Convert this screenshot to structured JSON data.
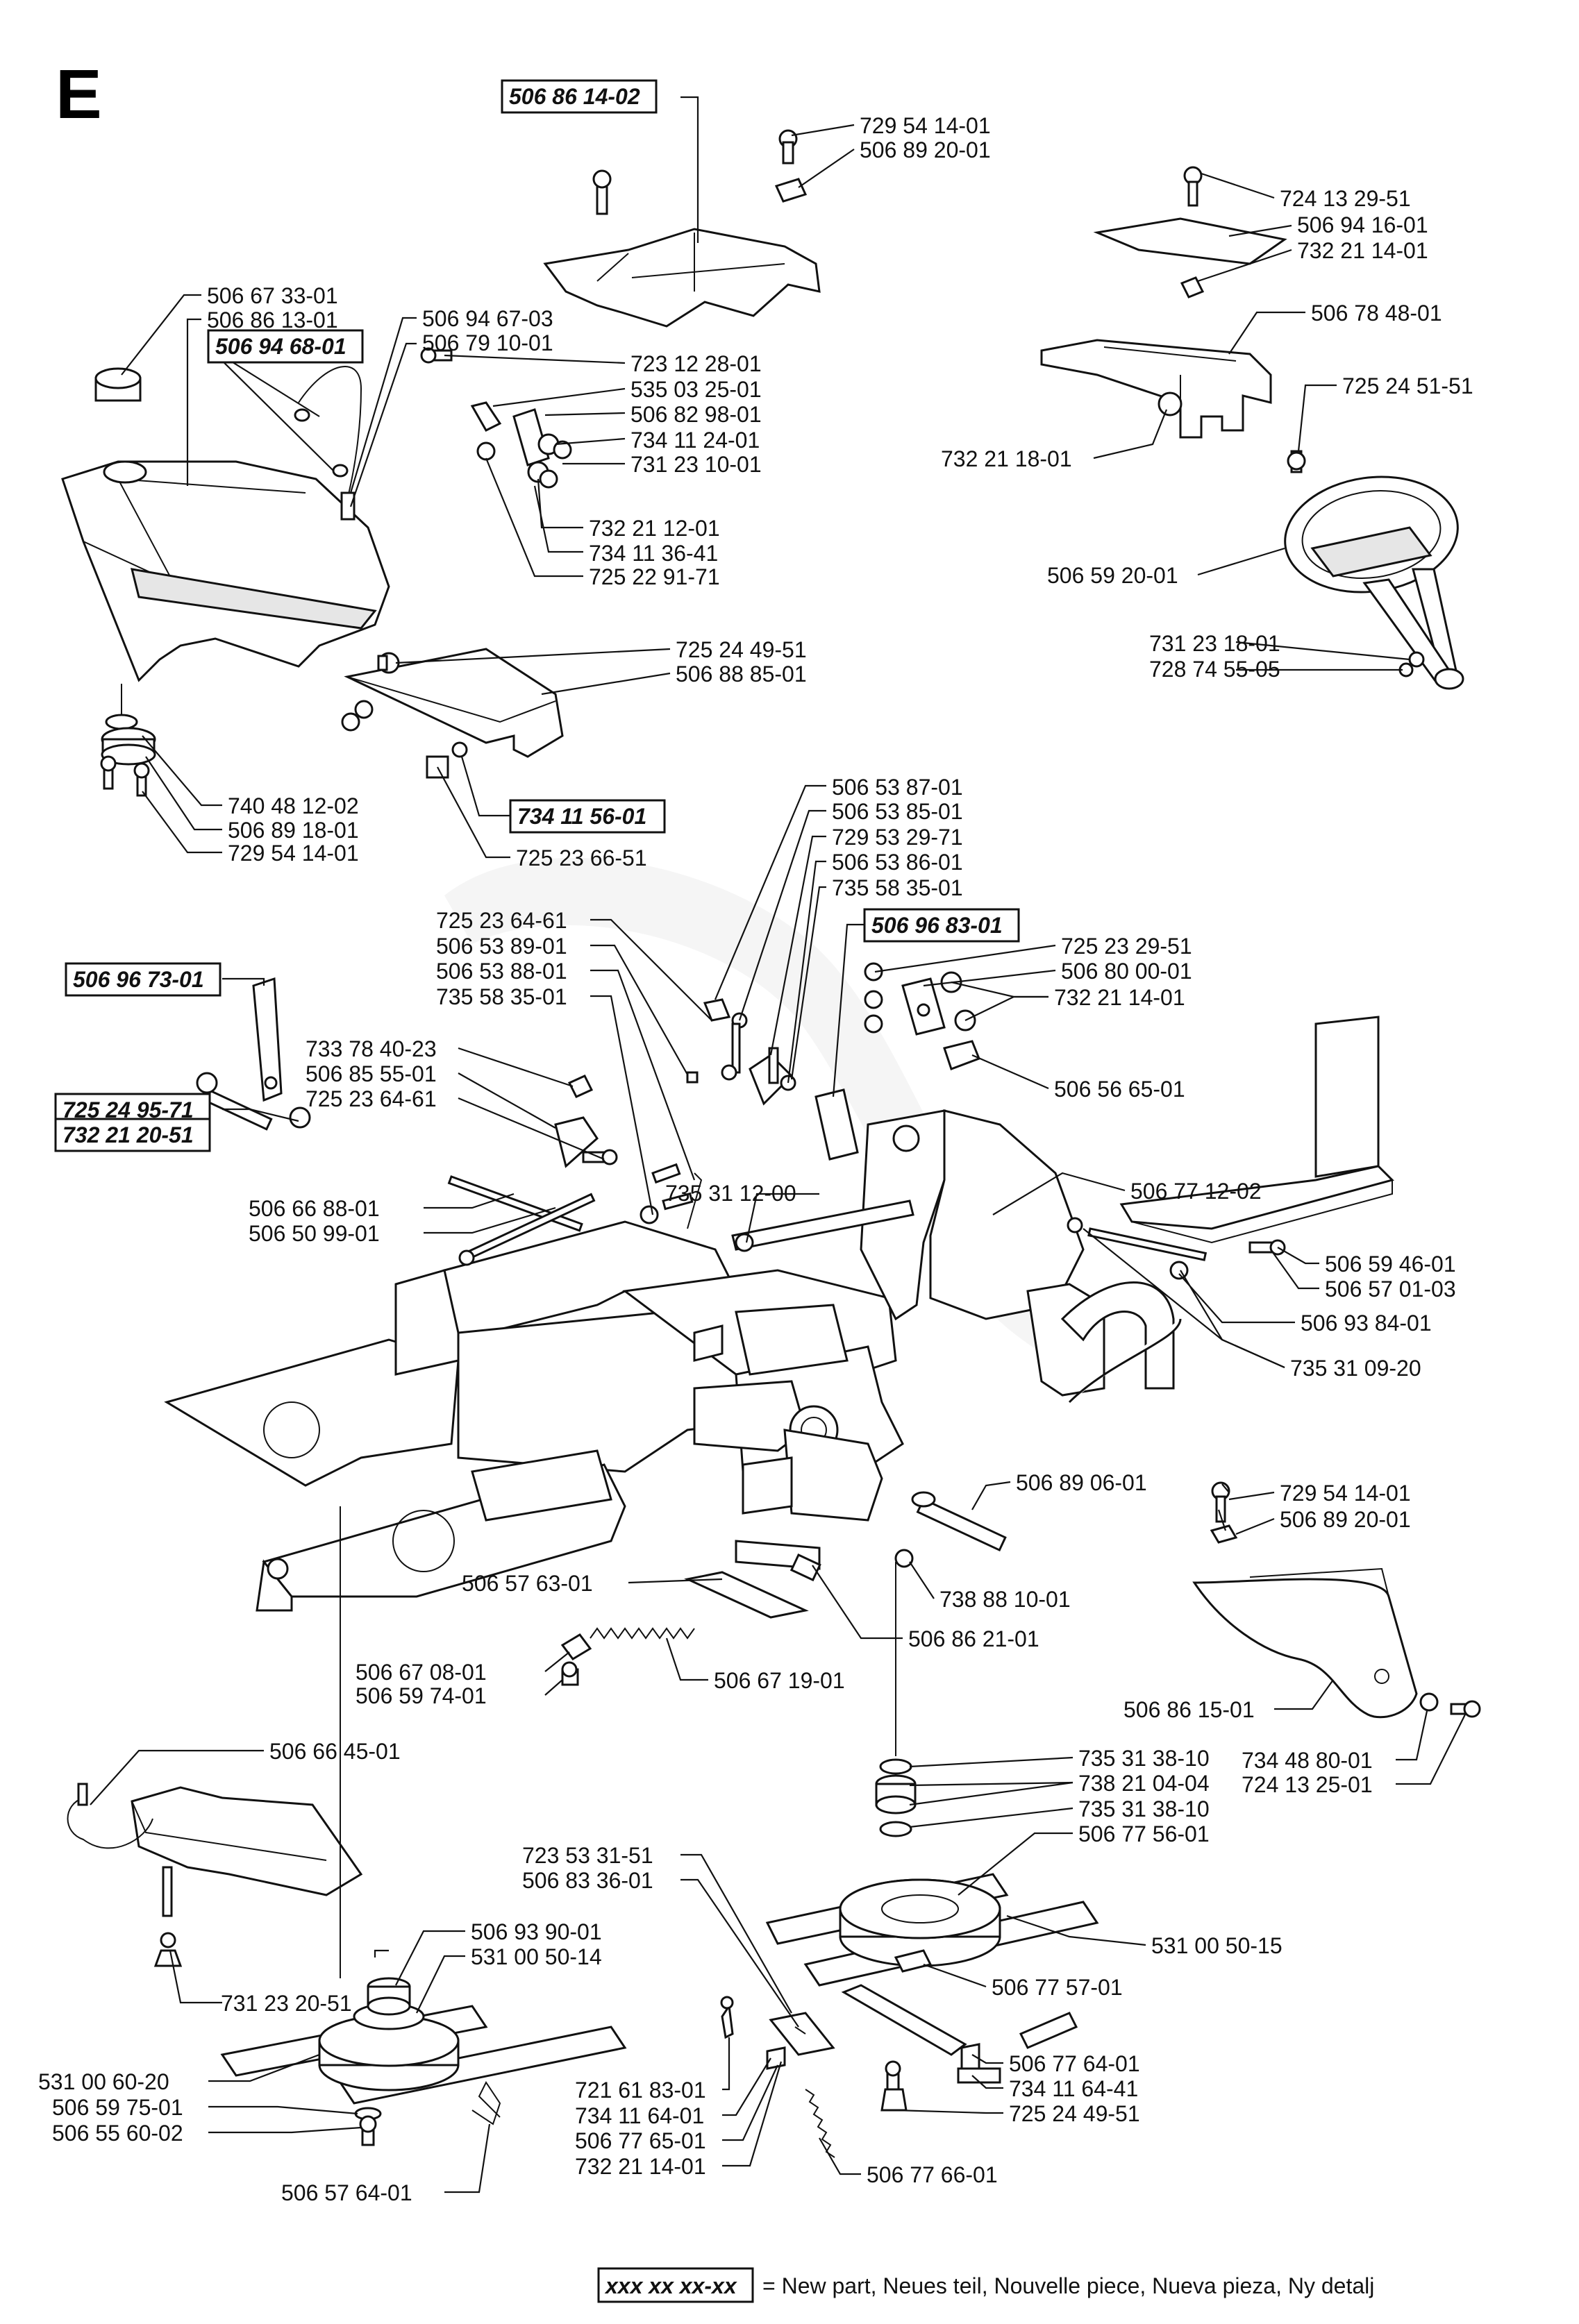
{
  "section_letter": "E",
  "legend": {
    "box_sample": "xxx xx xx-xx",
    "text": "= New part, Neues teil, Nouvelle piece, Nueva pieza, Ny detalj"
  },
  "parts": [
    {
      "id": "p1",
      "text": "506 86 14-02",
      "boxed": true
    },
    {
      "id": "p2",
      "text": "729 54 14-01"
    },
    {
      "id": "p3",
      "text": "506 89 20-01"
    },
    {
      "id": "p4",
      "text": "724 13 29-51"
    },
    {
      "id": "p5",
      "text": "506 94 16-01"
    },
    {
      "id": "p6",
      "text": "732 21 14-01"
    },
    {
      "id": "p7",
      "text": "506 78 48-01"
    },
    {
      "id": "p8",
      "text": "725 24 51-51"
    },
    {
      "id": "p9",
      "text": "732 21 18-01"
    },
    {
      "id": "p10",
      "text": "506 59 20-01"
    },
    {
      "id": "p11",
      "text": "731 23 18-01"
    },
    {
      "id": "p12",
      "text": "728 74 55-05"
    },
    {
      "id": "p13",
      "text": "506 67 33-01"
    },
    {
      "id": "p14",
      "text": "506 86 13-01"
    },
    {
      "id": "p15",
      "text": "506 94 68-01",
      "boxed": true
    },
    {
      "id": "p16",
      "text": "506 94 67-03"
    },
    {
      "id": "p17",
      "text": "506 79 10-01"
    },
    {
      "id": "p18",
      "text": "723 12 28-01"
    },
    {
      "id": "p19",
      "text": "535 03 25-01"
    },
    {
      "id": "p20",
      "text": "506 82 98-01"
    },
    {
      "id": "p21",
      "text": "734 11 24-01"
    },
    {
      "id": "p22",
      "text": "731 23 10-01"
    },
    {
      "id": "p23",
      "text": "732 21 12-01"
    },
    {
      "id": "p24",
      "text": "734 11 36-41"
    },
    {
      "id": "p25",
      "text": "725 22 91-71"
    },
    {
      "id": "p26",
      "text": "725 24 49-51"
    },
    {
      "id": "p27",
      "text": "506 88 85-01"
    },
    {
      "id": "p28",
      "text": "734 11 56-01",
      "boxed": true
    },
    {
      "id": "p29",
      "text": "725 23 66-51"
    },
    {
      "id": "p30",
      "text": "740 48 12-02"
    },
    {
      "id": "p31",
      "text": "506 89 18-01"
    },
    {
      "id": "p32",
      "text": "729 54 14-01"
    },
    {
      "id": "p33",
      "text": "506 53 87-01"
    },
    {
      "id": "p34",
      "text": "506 53 85-01"
    },
    {
      "id": "p35",
      "text": "729 53 29-71"
    },
    {
      "id": "p36",
      "text": "506 53 86-01"
    },
    {
      "id": "p37",
      "text": "735 58 35-01"
    },
    {
      "id": "p38",
      "text": "506 96 83-01",
      "boxed": true
    },
    {
      "id": "p39",
      "text": "725 23 29-51"
    },
    {
      "id": "p40",
      "text": "506 80 00-01"
    },
    {
      "id": "p41",
      "text": "732 21 14-01"
    },
    {
      "id": "p42",
      "text": "506 56 65-01"
    },
    {
      "id": "p43",
      "text": "725 23 64-61"
    },
    {
      "id": "p44",
      "text": "506 53 89-01"
    },
    {
      "id": "p45",
      "text": "506 53 88-01"
    },
    {
      "id": "p46",
      "text": "735 58 35-01"
    },
    {
      "id": "p47",
      "text": "506 96 73-01",
      "boxed": true
    },
    {
      "id": "p48",
      "text": "733 78 40-23"
    },
    {
      "id": "p49",
      "text": "506 85 55-01"
    },
    {
      "id": "p50",
      "text": "725 23 64-61"
    },
    {
      "id": "p51",
      "text": "725 24 95-71",
      "boxed": true
    },
    {
      "id": "p52",
      "text": "732 21 20-51",
      "boxed": true
    },
    {
      "id": "p53",
      "text": "735 31 12-00"
    },
    {
      "id": "p54",
      "text": "506 77 12-02"
    },
    {
      "id": "p55",
      "text": "506 66 88-01"
    },
    {
      "id": "p56",
      "text": "506 50 99-01"
    },
    {
      "id": "p57",
      "text": "506 59 46-01"
    },
    {
      "id": "p58",
      "text": "506 57 01-03"
    },
    {
      "id": "p59",
      "text": "506 93 84-01"
    },
    {
      "id": "p60",
      "text": "735 31 09-20"
    },
    {
      "id": "p61",
      "text": "506 89 06-01"
    },
    {
      "id": "p62",
      "text": "729 54 14-01"
    },
    {
      "id": "p63",
      "text": "506 89 20-01"
    },
    {
      "id": "p64",
      "text": "738 88 10-01"
    },
    {
      "id": "p65",
      "text": "506 57 63-01"
    },
    {
      "id": "p66",
      "text": "506 86 21-01"
    },
    {
      "id": "p67",
      "text": "506 67 08-01"
    },
    {
      "id": "p68",
      "text": "506 59 74-01"
    },
    {
      "id": "p69",
      "text": "506 67 19-01"
    },
    {
      "id": "p70",
      "text": "506 86 15-01"
    },
    {
      "id": "p71",
      "text": "734 48 80-01"
    },
    {
      "id": "p72",
      "text": "724 13 25-01"
    },
    {
      "id": "p73",
      "text": "506 66 45-01"
    },
    {
      "id": "p74",
      "text": "735 31 38-10"
    },
    {
      "id": "p75",
      "text": "738 21 04-04"
    },
    {
      "id": "p76",
      "text": "735 31 38-10"
    },
    {
      "id": "p77",
      "text": "506 77 56-01"
    },
    {
      "id": "p78",
      "text": "723 53 31-51"
    },
    {
      "id": "p79",
      "text": "506 83 36-01"
    },
    {
      "id": "p80",
      "text": "506 93 90-01"
    },
    {
      "id": "p81",
      "text": "531 00 50-14"
    },
    {
      "id": "p82",
      "text": "731 23 20-51"
    },
    {
      "id": "p83",
      "text": "531 00 50-15"
    },
    {
      "id": "p84",
      "text": "506 77 57-01"
    },
    {
      "id": "p85",
      "text": "531 00 60-20"
    },
    {
      "id": "p86",
      "text": "506 59 75-01"
    },
    {
      "id": "p87",
      "text": "506 55 60-02"
    },
    {
      "id": "p88",
      "text": "721 61 83-01"
    },
    {
      "id": "p89",
      "text": "734 11 64-01"
    },
    {
      "id": "p90",
      "text": "506 77 65-01"
    },
    {
      "id": "p91",
      "text": "732 21 14-01"
    },
    {
      "id": "p92",
      "text": "506 77 64-01"
    },
    {
      "id": "p93",
      "text": "734 11 64-41"
    },
    {
      "id": "p94",
      "text": "725 24 49-51"
    },
    {
      "id": "p95",
      "text": "506 77 66-01"
    },
    {
      "id": "p96",
      "text": "506 57 64-01"
    }
  ]
}
